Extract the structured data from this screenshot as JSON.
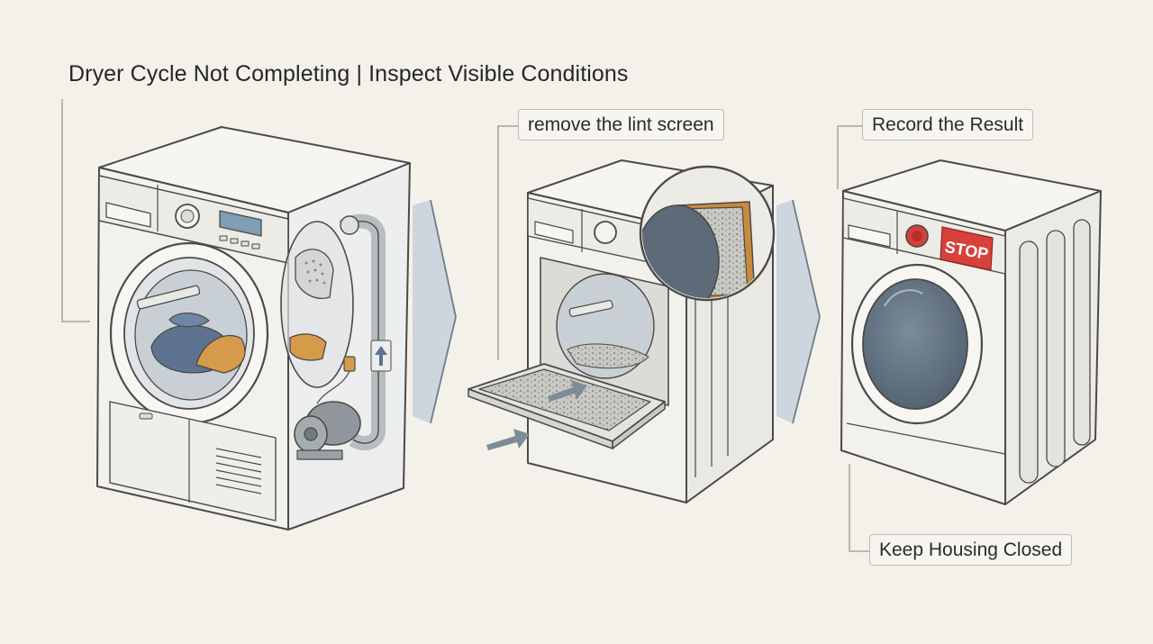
{
  "title": "Dryer Cycle Not Completing | Inspect Visible Conditions",
  "callouts": {
    "step2": "remove the lint screen",
    "step3": "Record the Result",
    "note": "Keep Housing Closed"
  },
  "stop_sign": "STOP",
  "colors": {
    "background": "#f3f1ea",
    "outline": "#4a4a48",
    "appliance": "#f2f1ec",
    "glass": "#5b6b7a",
    "arrow": "#cdd6de",
    "push_arrow": "#7e8c98",
    "laundry_orange": "#d59a4a",
    "laundry_blue": "#5d7390",
    "stop_red": "#d8403a"
  },
  "icons": [
    "step-arrow-icon",
    "push-arrow-icon",
    "up-arrow-icon",
    "magnifier-icon",
    "stop-sign-icon"
  ]
}
